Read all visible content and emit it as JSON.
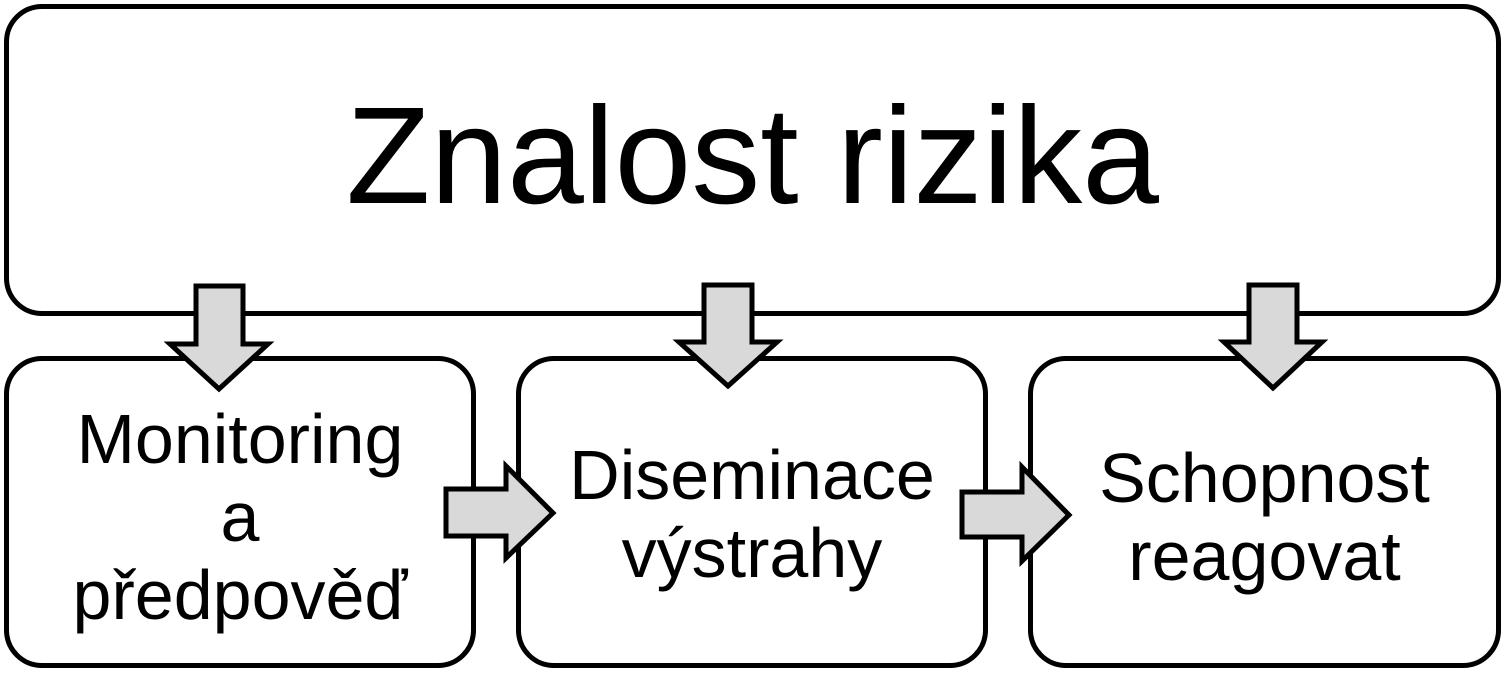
{
  "diagram": {
    "top": {
      "label": "Znalost rizika"
    },
    "steps": [
      {
        "lines": [
          "Monitoring",
          "a",
          "předpověď"
        ]
      },
      {
        "lines": [
          "Diseminace",
          "výstrahy"
        ]
      },
      {
        "lines": [
          "Schopnost",
          "reagovat"
        ]
      }
    ]
  },
  "colors": {
    "arrow_fill": "#d9d9d9",
    "border": "#000000",
    "background": "#ffffff"
  }
}
